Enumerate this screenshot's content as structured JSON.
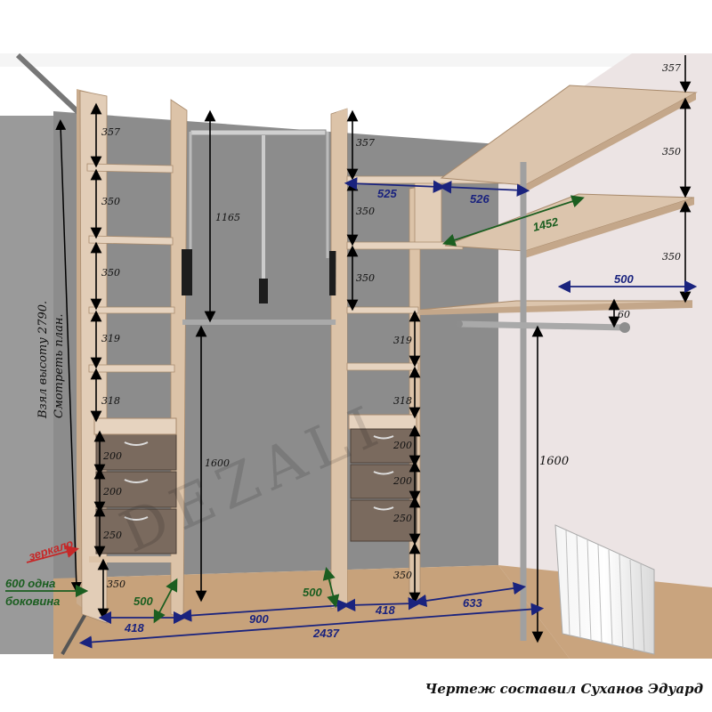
{
  "footer": "Чертеж составил Суханов Эдуард",
  "watermark": "DEZALI",
  "side_note": [
    "Взял высоту 2790.",
    "Смотреть план."
  ],
  "notes": {
    "mirror": "зеркало",
    "side_600_line1": "600 одна",
    "side_600_line2": "боковина"
  },
  "colors": {
    "wall": "#8e8e8e",
    "floor": "#c8a27c",
    "board": "#dcc5ad",
    "board_edge": "#b89878",
    "blue_dim": "#1a237e",
    "green_dim": "#1b5e20",
    "mirror_note": "#c62828",
    "side_note": "#1b5e20"
  },
  "dims": {
    "left_col": [
      "357",
      "350",
      "350",
      "319",
      "318",
      "200",
      "200",
      "250",
      "350"
    ],
    "center_col": [
      "1165",
      "1600"
    ],
    "right_col": [
      "357",
      "350",
      "350",
      "319",
      "318",
      "200",
      "200",
      "250",
      "350"
    ],
    "corner": [
      "357",
      "350",
      "350",
      "60",
      "1600"
    ],
    "top_widths": [
      "525",
      "526"
    ],
    "diagonal": "1452",
    "shelf_depth": "500",
    "bottom": [
      "418",
      "900",
      "418",
      "633",
      "2437"
    ],
    "depth_left": "500",
    "depth_right": "500"
  }
}
